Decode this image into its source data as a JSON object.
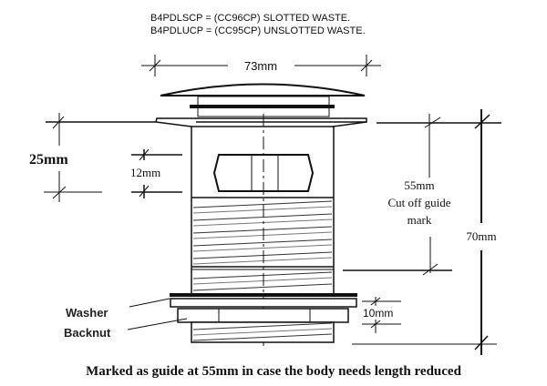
{
  "header": {
    "line1": "B4PDLSCP = (CC96CP) SLOTTED WASTE.",
    "line2": "B4PDLUCP = (CC95CP) UNSLOTTED WASTE."
  },
  "dimensions": {
    "flange_width": "73mm",
    "flange_to_slot": "25mm",
    "slot_height": "12mm",
    "cut_off_value": "55mm",
    "cut_off_label_line1": "Cut off guide",
    "cut_off_label_line2": "mark",
    "overall_length": "70mm",
    "backnut_height": "10mm"
  },
  "labels": {
    "washer": "Washer",
    "backnut": "Backnut"
  },
  "footer": {
    "caption": "Marked  as guide at 55mm in case the body needs length reduced"
  },
  "colors": {
    "line": "#111111",
    "background": "#ffffff"
  }
}
